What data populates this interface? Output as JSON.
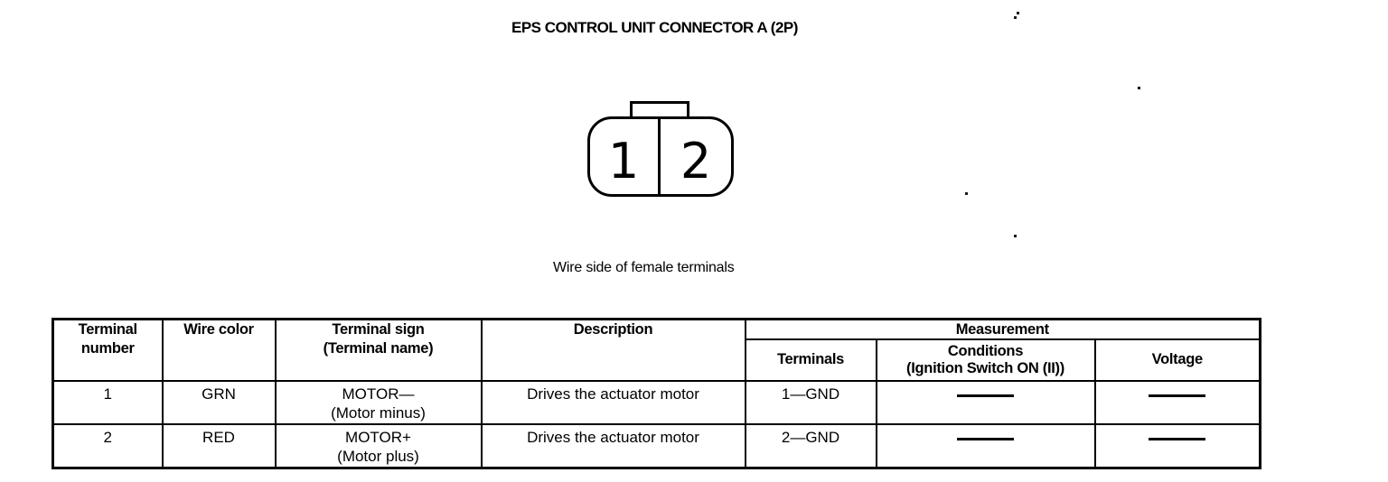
{
  "page": {
    "title": "EPS CONTROL UNIT CONNECTOR A (2P)",
    "connector_caption": "Wire side of female terminals"
  },
  "connector": {
    "pin1": "1",
    "pin2": "2"
  },
  "table": {
    "headers": {
      "terminal_number": "Terminal number",
      "wire_color": "Wire color",
      "terminal_sign_l1": "Terminal sign",
      "terminal_sign_l2": "(Terminal name)",
      "description": "Description",
      "measurement": "Measurement",
      "terminals": "Terminals",
      "conditions_l1": "Conditions",
      "conditions_l2": "(Ignition Switch ON (II))",
      "voltage": "Voltage"
    },
    "rows": [
      {
        "terminal_number": "1",
        "wire_color": "GRN",
        "terminal_sign_l1": "MOTOR—",
        "terminal_sign_l2": "(Motor minus)",
        "description": "Drives the actuator motor",
        "terminals": "1—GND",
        "conditions": "—",
        "voltage": "—"
      },
      {
        "terminal_number": "2",
        "wire_color": "RED",
        "terminal_sign_l1": "MOTOR+",
        "terminal_sign_l2": "(Motor plus)",
        "description": "Drives the actuator motor",
        "terminals": "2—GND",
        "conditions": "—",
        "voltage": "—"
      }
    ]
  }
}
